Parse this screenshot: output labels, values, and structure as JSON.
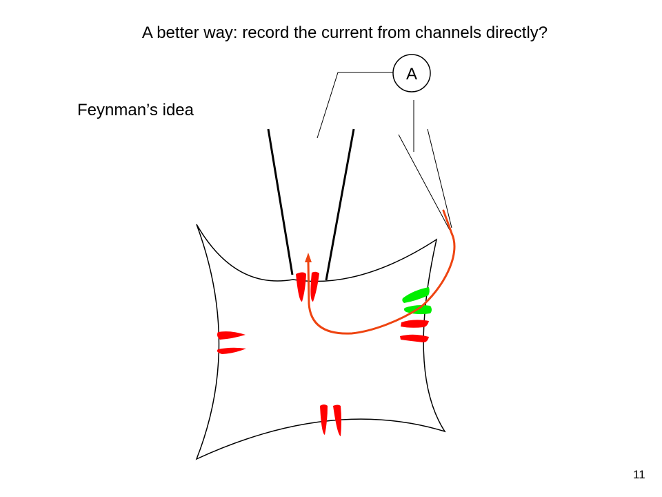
{
  "slide": {
    "title": "A better way: record the current from channels directly?",
    "subtitle": "Feynman’s idea",
    "page_number": "11"
  },
  "diagram": {
    "ammeter_label": "A",
    "colors": {
      "cell_outline": "#000000",
      "ion_channel_red": "#ff0000",
      "ion_channel_green": "#00ee00",
      "current_path": "#ee4411"
    }
  }
}
